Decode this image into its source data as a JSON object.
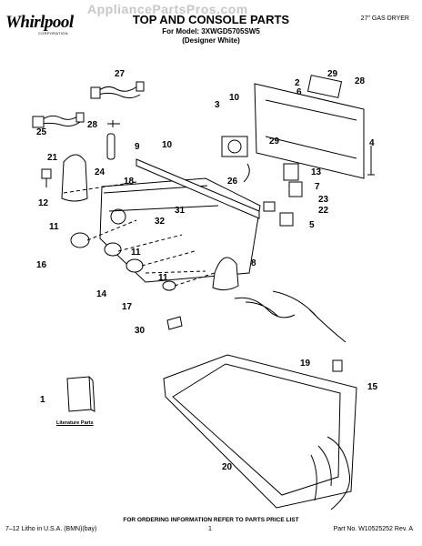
{
  "header": {
    "watermark": "AppliancePartsPros.com",
    "brand": "Whirlpool",
    "brand_sub": "CORPORATION",
    "title": "TOP AND CONSOLE PARTS",
    "model_line": "For Model: 3XWGD5705SW5",
    "variant": "(Designer White)",
    "product": "27\" GAS DRYER"
  },
  "diagram": {
    "literature_label": "Literature Parts",
    "callouts": [
      "27",
      "25",
      "28",
      "21",
      "12",
      "24",
      "18",
      "9",
      "10",
      "3",
      "2",
      "29",
      "6",
      "28",
      "10",
      "29",
      "26",
      "13",
      "7",
      "23",
      "22",
      "5",
      "4",
      "31",
      "32",
      "11",
      "16",
      "11",
      "11",
      "14",
      "8",
      "17",
      "30",
      "19",
      "15",
      "1",
      "20"
    ]
  },
  "footer": {
    "ordering": "FOR ORDERING INFORMATION REFER TO PARTS PRICE LIST",
    "litho": "7–12 Litho in U.S.A. (BMN)(bay)",
    "page": "1",
    "part_number": "Part No. W10525252 Rev. A"
  }
}
